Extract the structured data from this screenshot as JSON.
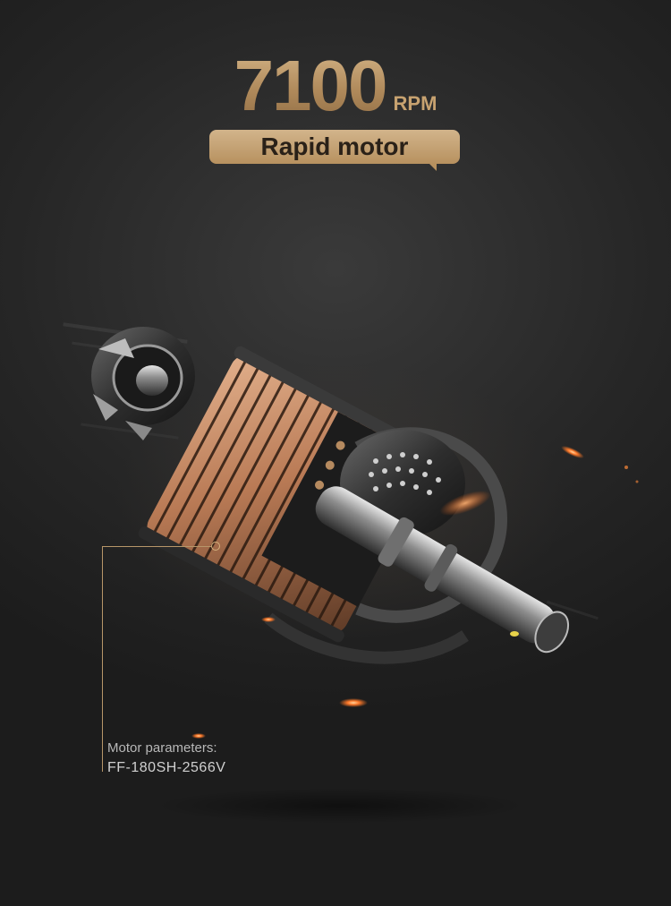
{
  "headline": {
    "value": "7100",
    "unit": "RPM"
  },
  "badge": {
    "label": "Rapid motor"
  },
  "callout": {
    "label": "Motor parameters:",
    "model": "FF-180SH-2566V"
  },
  "colors": {
    "gold": "#c09b6b",
    "background": "#262626",
    "copper": "#b97a55",
    "spark": "#ff7a2a"
  }
}
